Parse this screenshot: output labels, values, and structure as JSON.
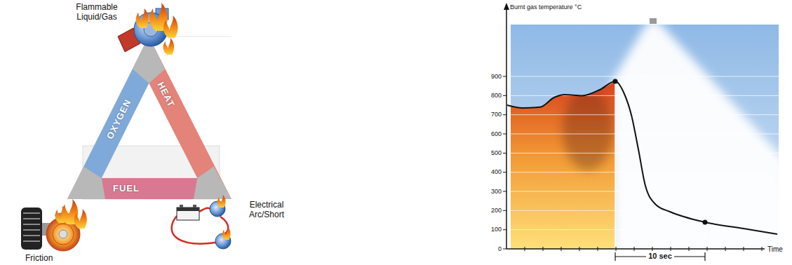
{
  "diagram": {
    "nodes": [
      {
        "text": [
          "OXYGEN"
        ]
      },
      {
        "text": [
          "HEAT"
        ]
      },
      {
        "text": [
          "FUEL"
        ]
      }
    ],
    "labels": [
      "Flammable Liquid/Gas",
      "Friction",
      "Electrical Arc/Short",
      "Burnt gas temperature °C",
      "900",
      "800",
      "700",
      "600",
      "500",
      "400",
      "300",
      "200",
      "100",
      "0",
      "10 sec",
      "Time"
    ]
  }
}
